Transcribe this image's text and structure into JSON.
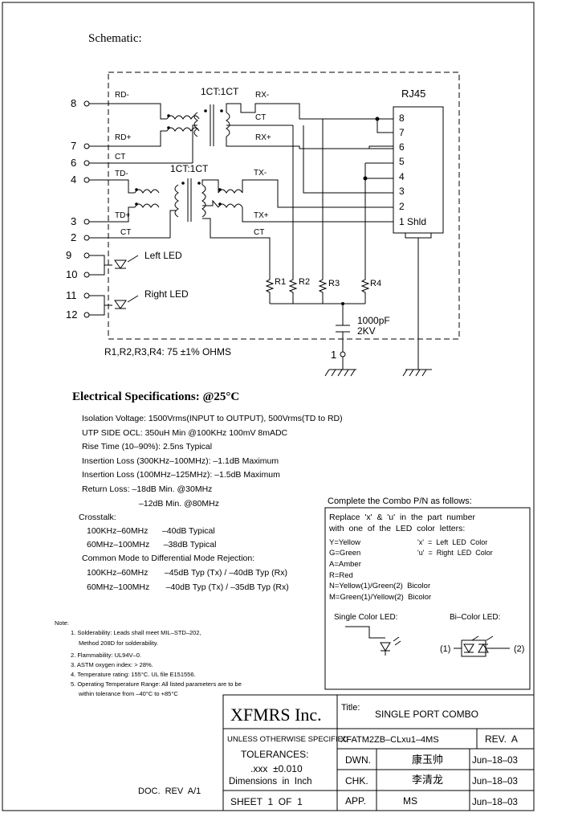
{
  "title": "Schematic:",
  "rj45": {
    "label": "RJ45",
    "pins": [
      "8",
      "7",
      "6",
      "5",
      "4",
      "3",
      "2"
    ],
    "pin1": "1 Shld"
  },
  "schematic": {
    "transformer_top": "1CT:1CT",
    "transformer_bottom": "1CT:1CT",
    "left_pins": [
      "8",
      "7",
      "6",
      "4",
      "3",
      "2",
      "9",
      "10",
      "11",
      "12"
    ],
    "left_labels": [
      "RD-",
      "RD+",
      "CT",
      "TD-",
      "TD+",
      "CT"
    ],
    "right_labels": [
      "RX-",
      "CT",
      "RX+",
      "TX-",
      "TX+",
      "CT"
    ],
    "left_led": "Left LED",
    "right_led": "Right LED",
    "resistors": [
      "R1",
      "R2",
      "R3",
      "R4"
    ],
    "cap_value": "1000pF",
    "cap_voltage": "2KV",
    "ground_pin": "1",
    "resistor_note": "R1,R2,R3,R4:  75  ±1%  OHMS"
  },
  "electrical": {
    "heading": "Electrical   Specifications:  @25°C",
    "lines": [
      "Isolation Voltage:  1500Vrms(INPUT to OUTPUT), 500Vrms(TD to RD)",
      "UTP SIDE OCL: 350uH Min @100KHz 100mV 8mADC",
      "Rise Time (10–90%): 2.5ns Typical",
      "Insertion Loss (300KHz–100MHz): –1.1dB Maximum",
      "Insertion Loss (100MHz–125MHz): –1.5dB Maximum",
      "Return  Loss: –18dB Min. @30MHz",
      "–12dB Min. @80MHz",
      "Crosstalk:",
      "100KHz–60MHz      –40dB Typical",
      "60MHz–100MHz      –38dB Typical",
      "Common Mode to Differential Mode Rejection:",
      "100KHz–60MHz       –45dB Typ (Tx) / –40dB Typ (Rx)",
      "60MHz–100MHz       –40dB Typ (Tx) / –35dB Typ (Rx)"
    ]
  },
  "notes": {
    "heading": "Note:",
    "lines": [
      "1. Solderability: Leads shall meet MIL–STD–202,",
      "Method 208D for solderability.",
      "2. Flammability: UL94V–0.",
      "3. ASTM oxygen index: > 28%.",
      "4. Temperature rating: 155°C. UL file E151556.",
      "5. Operating Temperature Range: All listed parameters are to be",
      "within tolerance from –40°C to +85°C"
    ]
  },
  "combo": {
    "heading": "Complete the Combo P/N as follows:",
    "intro1": "Replace  'x'  &  'u'  in  the  part  number",
    "intro2": "with  one  of  the  LED  color  letters:",
    "colors": [
      "Y=Yellow",
      "G=Green",
      "A=Amber",
      "R=Red",
      "N=Yellow(1)/Green(2)  Bicolor",
      "M=Green(1)/Yellow(2)  Bicolor"
    ],
    "x_def": "'x'  =  Left  LED  Color",
    "u_def": "'u'  =  Right  LED  Color",
    "single_label": "Single Color LED:",
    "bi_label": "Bi–Color LED:",
    "bi_1": "(1)",
    "bi_2": "(2)"
  },
  "titleblock": {
    "company": "XFMRS Inc.",
    "title_label": "Title:",
    "title": "SINGLE PORT COMBO",
    "unless": "UNLESS OTHERWISE SPECIFIED",
    "tolerances": "TOLERANCES:",
    "xxx": ".xxx  ±0.010",
    "dims": "Dimensions  in  Inch",
    "sheet": "SHEET  1  OF  1",
    "part_number": "XFATM2ZB–CLxu1–4MS",
    "rev": "REV.  A",
    "dwn_label": "DWN.",
    "dwn_sig": "康玉帅",
    "dwn_date": "Jun–18–03",
    "chk_label": "CHK.",
    "chk_sig": "李清龙",
    "chk_date": "Jun–18–03",
    "app_label": "APP.",
    "app_sig": "MS",
    "app_date": "Jun–18–03",
    "doc_rev": "DOC.  REV  A/1"
  }
}
